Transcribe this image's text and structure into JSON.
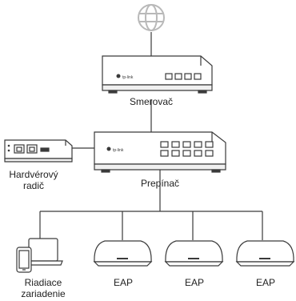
{
  "labels": {
    "router": "Smerovač",
    "switch": "Prepínač",
    "controller_line1": "Hardvérový",
    "controller_line2": "radič",
    "management_line1": "Riadiace",
    "management_line2": "zariadenie",
    "eap1": "EAP",
    "eap2": "EAP",
    "eap3": "EAP"
  },
  "brand": {
    "router": "tp-link",
    "switch": "tp-link"
  },
  "colors": {
    "line": "#3a3a3a",
    "device_fill": "#ffffff",
    "globe": "#b9b9b9"
  }
}
